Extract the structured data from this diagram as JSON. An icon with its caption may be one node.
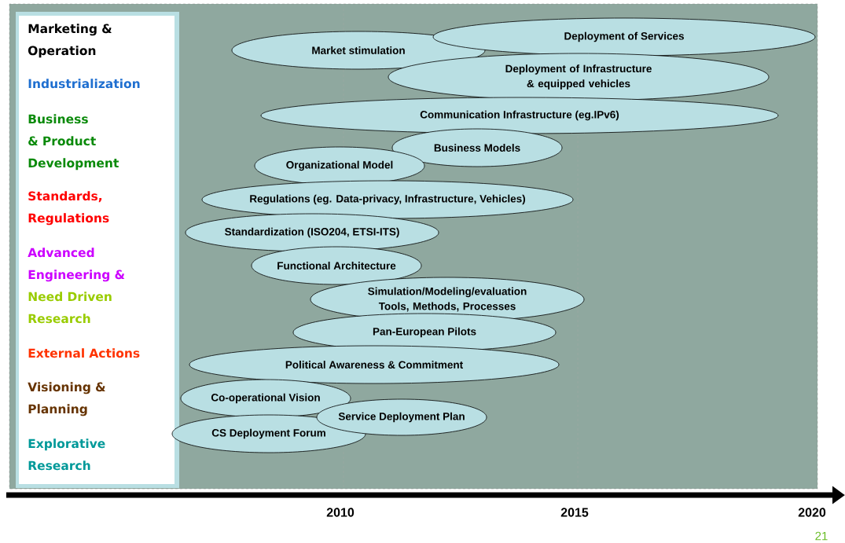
{
  "diagram": {
    "nodes": [
      {
        "text": [
          "Market stimulation"
        ]
      },
      {
        "text": [
          "Deployment of Services"
        ]
      },
      {
        "text": [
          "Deployment of Infrastructure & equipped vehicles"
        ]
      },
      {
        "text": [
          "Communication Infrastructure (eg.IPv6)"
        ]
      },
      {
        "text": [
          "Business Models"
        ]
      },
      {
        "text": [
          "Organizational Model"
        ]
      },
      {
        "text": [
          "Regulations (eg. Data-privacy, Infrastructure, Vehicles)"
        ]
      },
      {
        "text": [
          "Standardization (ISO204, ETSI-ITS)"
        ]
      },
      {
        "text": [
          "Functional Architecture"
        ]
      },
      {
        "text": [
          "Simulation/Modeling/evaluation Tools, Methods, Processes"
        ]
      },
      {
        "text": [
          "Pan-European Pilots"
        ]
      },
      {
        "text": [
          "Political Awareness & Commitment"
        ]
      },
      {
        "text": [
          "Co-operational Vision"
        ]
      },
      {
        "text": [
          "Service Deployment Plan"
        ]
      },
      {
        "text": [
          "CS Deployment Forum"
        ]
      }
    ],
    "edges": [],
    "labels": [
      "2010",
      "2015",
      "2020",
      "21"
    ],
    "legend": [
      {
        "text": "Marketing & Operation",
        "color": "#000000"
      },
      {
        "text": "Industrialization",
        "color": "#1f6fd0"
      },
      {
        "text": "Business & Product Development",
        "color": "#0a8a0a"
      },
      {
        "text": "Standards, Regulations",
        "color": "#ff0000"
      },
      {
        "text": "Advanced Engineering &",
        "color": "#cc00ff"
      },
      {
        "text": "Need Driven Research",
        "color": "#99cc00"
      },
      {
        "text": "External Actions",
        "color": "#ff3300"
      },
      {
        "text": "Visioning & Planning",
        "color": "#663300"
      },
      {
        "text": "Explorative Research",
        "color": "#009999"
      }
    ]
  }
}
